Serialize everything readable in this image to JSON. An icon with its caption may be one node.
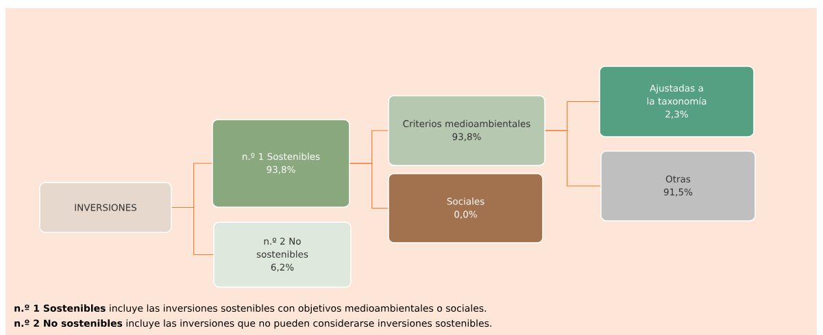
{
  "diagram": {
    "nodes": [
      {
        "text": [
          "INVERSIONES"
        ]
      },
      {
        "text": [
          "n.º 1 Sostenibles",
          "93,8%"
        ]
      },
      {
        "text": [
          "n.º 2 No sostenibles",
          "6,2%"
        ]
      },
      {
        "text": [
          "Criterios medioambientales",
          "93,8%"
        ]
      },
      {
        "text": [
          "Sociales",
          "0,0%"
        ]
      },
      {
        "text": [
          "Ajustadas a la taxonomía",
          "2,3%"
        ]
      },
      {
        "text": [
          "Otras",
          "91,5%"
        ]
      }
    ],
    "edges": [
      {
        "from": 0,
        "to": 1,
        "arrow": "none"
      },
      {
        "from": 0,
        "to": 2,
        "arrow": "none"
      },
      {
        "from": 1,
        "to": 3,
        "arrow": "none"
      },
      {
        "from": 1,
        "to": 4,
        "arrow": "none"
      },
      {
        "from": 3,
        "to": 5,
        "arrow": "none"
      },
      {
        "from": 3,
        "to": 6,
        "arrow": "none"
      }
    ],
    "labels": [
      "**n.º 1 Sostenibles** incluye las inversiones sostenibles con objetivos medioambientales o sociales.",
      "**n.º 2 No sostenibles** incluye las inversiones que no pueden considerarse inversiones sostenibles."
    ]
  }
}
